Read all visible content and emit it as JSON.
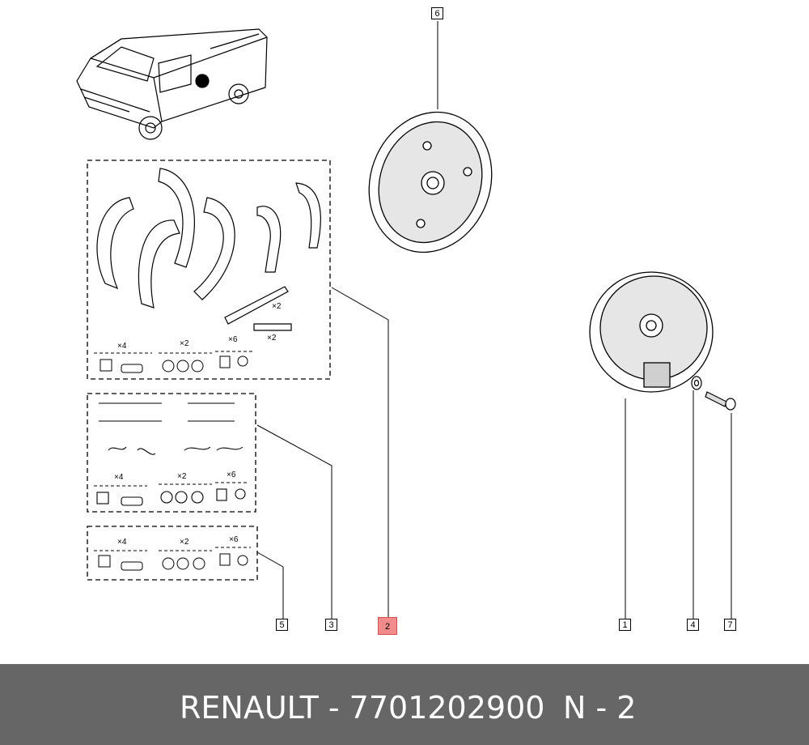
{
  "callouts": {
    "c1": "1",
    "c2": "2",
    "c3": "3",
    "c4": "4",
    "c5": "5",
    "c6": "6",
    "c7": "7"
  },
  "quantities": {
    "set2_x4": "×4",
    "set2_x2": "×2",
    "set2_x6": "×6",
    "set2_lever_x2": "×2",
    "set2_spring_x2": "×2",
    "set3_x4": "×4",
    "set3_x2": "×2",
    "set3_x6": "×6",
    "set5_x4": "×4",
    "set5_x2": "×2",
    "set5_x6": "×6"
  },
  "footer": {
    "brand_part": "RENAULT - 7701202900",
    "page": "N - 2"
  },
  "colors": {
    "highlight": "#f28b8b",
    "footer_bg": "#666666",
    "footer_text": "#ffffff"
  }
}
